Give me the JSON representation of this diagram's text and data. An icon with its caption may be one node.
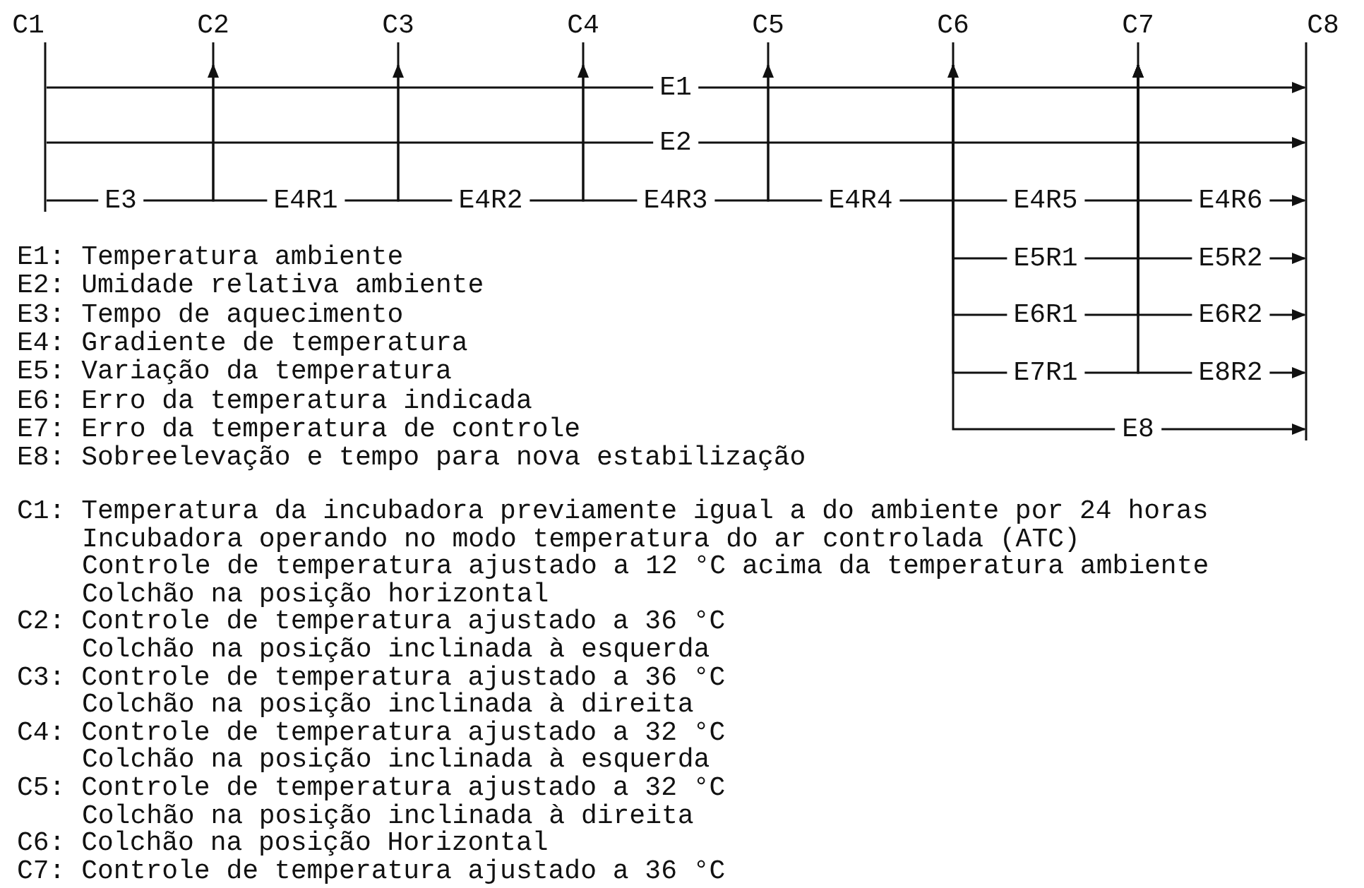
{
  "diagram": {
    "nodes": [
      {
        "text": [
          "C1"
        ]
      },
      {
        "text": [
          "C2"
        ]
      },
      {
        "text": [
          "C3"
        ]
      },
      {
        "text": [
          "C4"
        ]
      },
      {
        "text": [
          "C5"
        ]
      },
      {
        "text": [
          "C6"
        ]
      },
      {
        "text": [
          "C7"
        ]
      },
      {
        "text": [
          "C8"
        ]
      }
    ],
    "edges": [
      {
        "from": 0,
        "to": 7,
        "arrow": "to",
        "label": "E1"
      },
      {
        "from": 0,
        "to": 7,
        "arrow": "to",
        "label": "E2"
      },
      {
        "from": 0,
        "to": 1,
        "arrow": "to",
        "label": "E3"
      },
      {
        "from": 1,
        "to": 2,
        "arrow": "to",
        "label": "E4R1"
      },
      {
        "from": 2,
        "to": 3,
        "arrow": "to",
        "label": "E4R2"
      },
      {
        "from": 3,
        "to": 4,
        "arrow": "to",
        "label": "E4R3"
      },
      {
        "from": 4,
        "to": 5,
        "arrow": "to",
        "label": "E4R4"
      },
      {
        "from": 5,
        "to": 6,
        "arrow": "to",
        "label": "E4R5"
      },
      {
        "from": 6,
        "to": 7,
        "arrow": "to",
        "label": "E4R6"
      },
      {
        "from": 5,
        "to": 6,
        "arrow": "to",
        "label": "E5R1"
      },
      {
        "from": 6,
        "to": 7,
        "arrow": "to",
        "label": "E5R2"
      },
      {
        "from": 5,
        "to": 6,
        "arrow": "to",
        "label": "E6R1"
      },
      {
        "from": 6,
        "to": 7,
        "arrow": "to",
        "label": "E6R2"
      },
      {
        "from": 5,
        "to": 6,
        "arrow": "to",
        "label": "E7R1"
      },
      {
        "from": 6,
        "to": 7,
        "arrow": "to",
        "label": "E8R2"
      },
      {
        "from": 5,
        "to": 7,
        "arrow": "to",
        "label": "E8"
      }
    ],
    "labels": [
      "E1: Temperatura ambiente",
      "E2: Umidade relativa ambiente",
      "E3: Tempo de aquecimento",
      "E4: Gradiente de temperatura",
      "E5: Variação da temperatura",
      "E6: Erro da temperatura indicada",
      "E7: Erro da temperatura de controle",
      "E8: Sobreelevação e tempo para nova estabilização",
      "C1: Temperatura da incubadora previamente igual a do ambiente por 24 horas",
      "Incubadora operando no modo temperatura do ar controlada (ATC)",
      "Controle de temperatura ajustado a 12 °C acima da temperatura ambiente",
      "Colchão na posição horizontal",
      "C2: Controle de temperatura ajustado a 36 °C",
      "Colchão na posição inclinada à esquerda",
      "C3: Controle de temperatura ajustado a 36 °C",
      "Colchão na posição inclinada à direita",
      "C4: Controle de temperatura ajustado a 32 °C",
      "Colchão na posição inclinada à esquerda",
      "C5: Controle de temperatura ajustado a 32 °C",
      "Colchão na posição inclinada à direita",
      "C6: Colchão na posição Horizontal",
      "C7: Controle de temperatura ajustado a 36 °C"
    ]
  }
}
